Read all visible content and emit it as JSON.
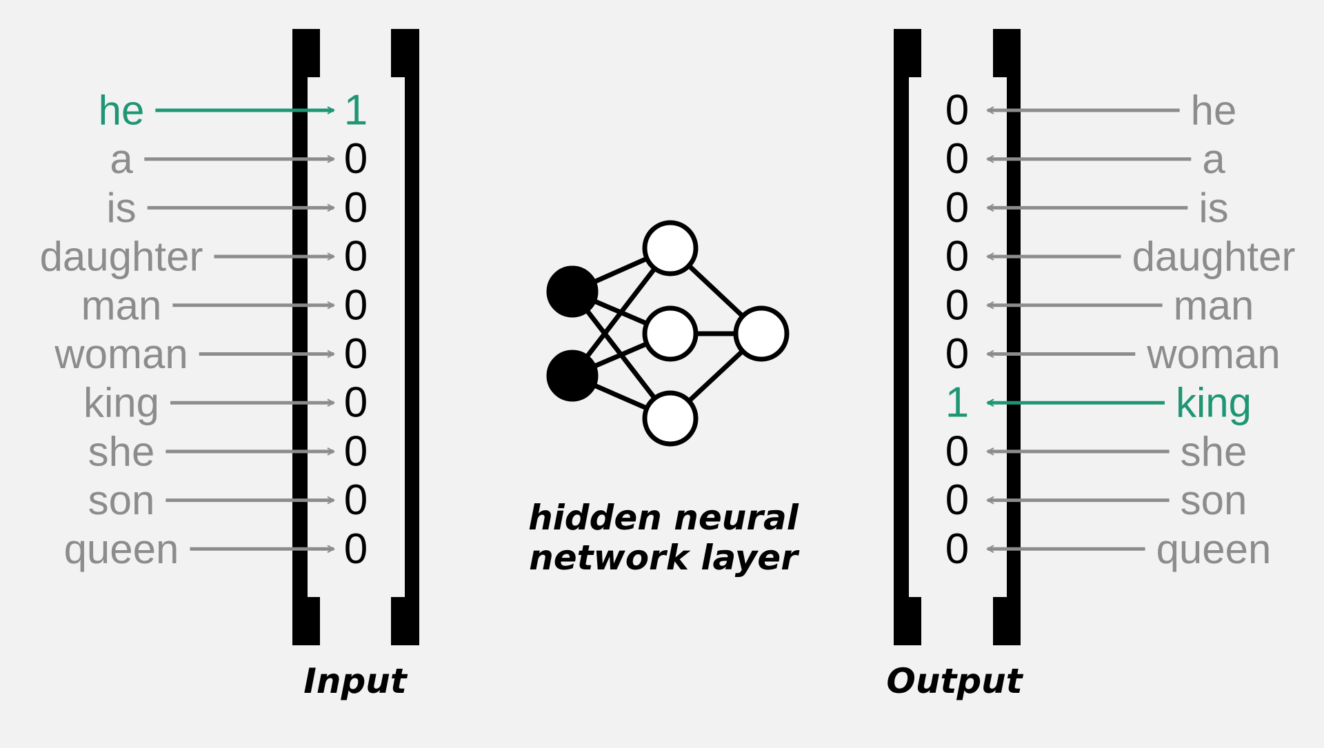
{
  "input": {
    "label": "Input",
    "rows": [
      {
        "word": "he",
        "value": "1",
        "highlight": true
      },
      {
        "word": "a",
        "value": "0",
        "highlight": false
      },
      {
        "word": "is",
        "value": "0",
        "highlight": false
      },
      {
        "word": "daughter",
        "value": "0",
        "highlight": false
      },
      {
        "word": "man",
        "value": "0",
        "highlight": false
      },
      {
        "word": "woman",
        "value": "0",
        "highlight": false
      },
      {
        "word": "king",
        "value": "0",
        "highlight": false
      },
      {
        "word": "she",
        "value": "0",
        "highlight": false
      },
      {
        "word": "son",
        "value": "0",
        "highlight": false
      },
      {
        "word": "queen",
        "value": "0",
        "highlight": false
      }
    ]
  },
  "output": {
    "label": "Output",
    "rows": [
      {
        "word": "he",
        "value": "0",
        "highlight": false
      },
      {
        "word": "a",
        "value": "0",
        "highlight": false
      },
      {
        "word": "is",
        "value": "0",
        "highlight": false
      },
      {
        "word": "daughter",
        "value": "0",
        "highlight": false
      },
      {
        "word": "man",
        "value": "0",
        "highlight": false
      },
      {
        "word": "woman",
        "value": "0",
        "highlight": false
      },
      {
        "word": "king",
        "value": "1",
        "highlight": true
      },
      {
        "word": "she",
        "value": "0",
        "highlight": false
      },
      {
        "word": "son",
        "value": "0",
        "highlight": false
      },
      {
        "word": "queen",
        "value": "0",
        "highlight": false
      }
    ]
  },
  "hidden_layer": {
    "caption_line1": "hidden neural",
    "caption_line2": "network layer",
    "icon": "neural-network-icon"
  },
  "colors": {
    "highlight": "#1f9673",
    "muted": "#8c8c8c",
    "ink": "#000000",
    "background": "#f2f2f2"
  }
}
